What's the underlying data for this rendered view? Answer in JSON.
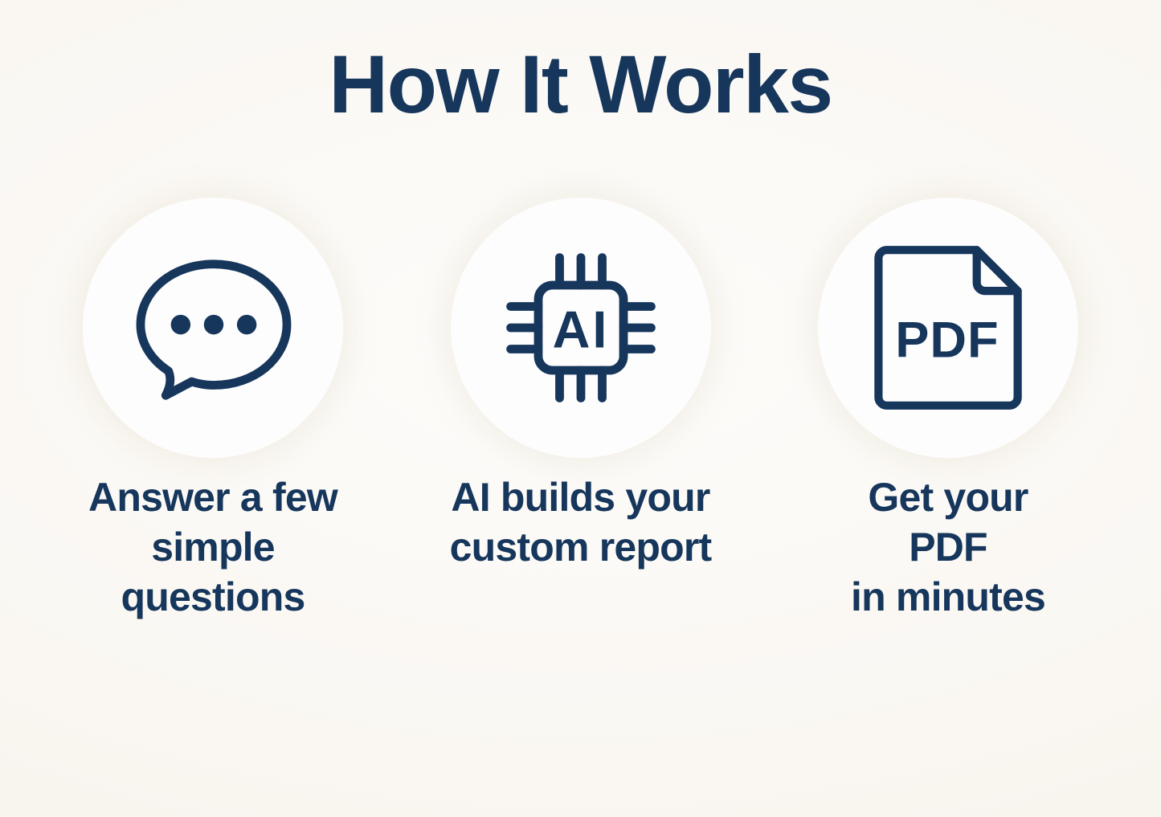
{
  "title": "How It Works",
  "colors": {
    "navy": "#16365c",
    "circle": "#fdfdfd",
    "background_light": "#fdfcfa",
    "background_cream": "#f4f0e7"
  },
  "steps": [
    {
      "icon": "chat-bubble-icon",
      "caption": "Answer a few\nsimple\nquestions"
    },
    {
      "icon": "ai-chip-icon",
      "caption": "AI builds your\ncustom report"
    },
    {
      "icon": "pdf-document-icon",
      "caption": "Get your\nPDF\nin minutes"
    }
  ],
  "icon_labels": {
    "ai": "AI",
    "pdf": "PDF"
  }
}
